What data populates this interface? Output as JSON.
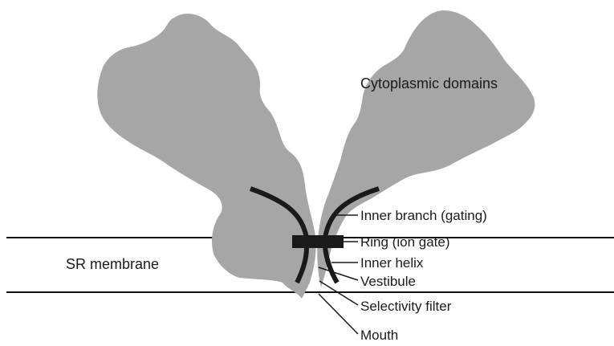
{
  "diagram": {
    "labels": {
      "cytoplasmic_domains": "Cytoplasmic domains",
      "sr_membrane": "SR membrane",
      "inner_branch": "Inner branch (gating)",
      "ring": "Ring (ion gate)",
      "inner_helix": "Inner helix",
      "vestibule": "Vestibule",
      "selectivity_filter": "Selectivity filter",
      "mouth": "Mouth"
    },
    "colors": {
      "protein": "#a6a6a6",
      "helix": "#1a1a1a",
      "membrane_line": "#111111",
      "label_text": "#1a1a1a"
    }
  }
}
